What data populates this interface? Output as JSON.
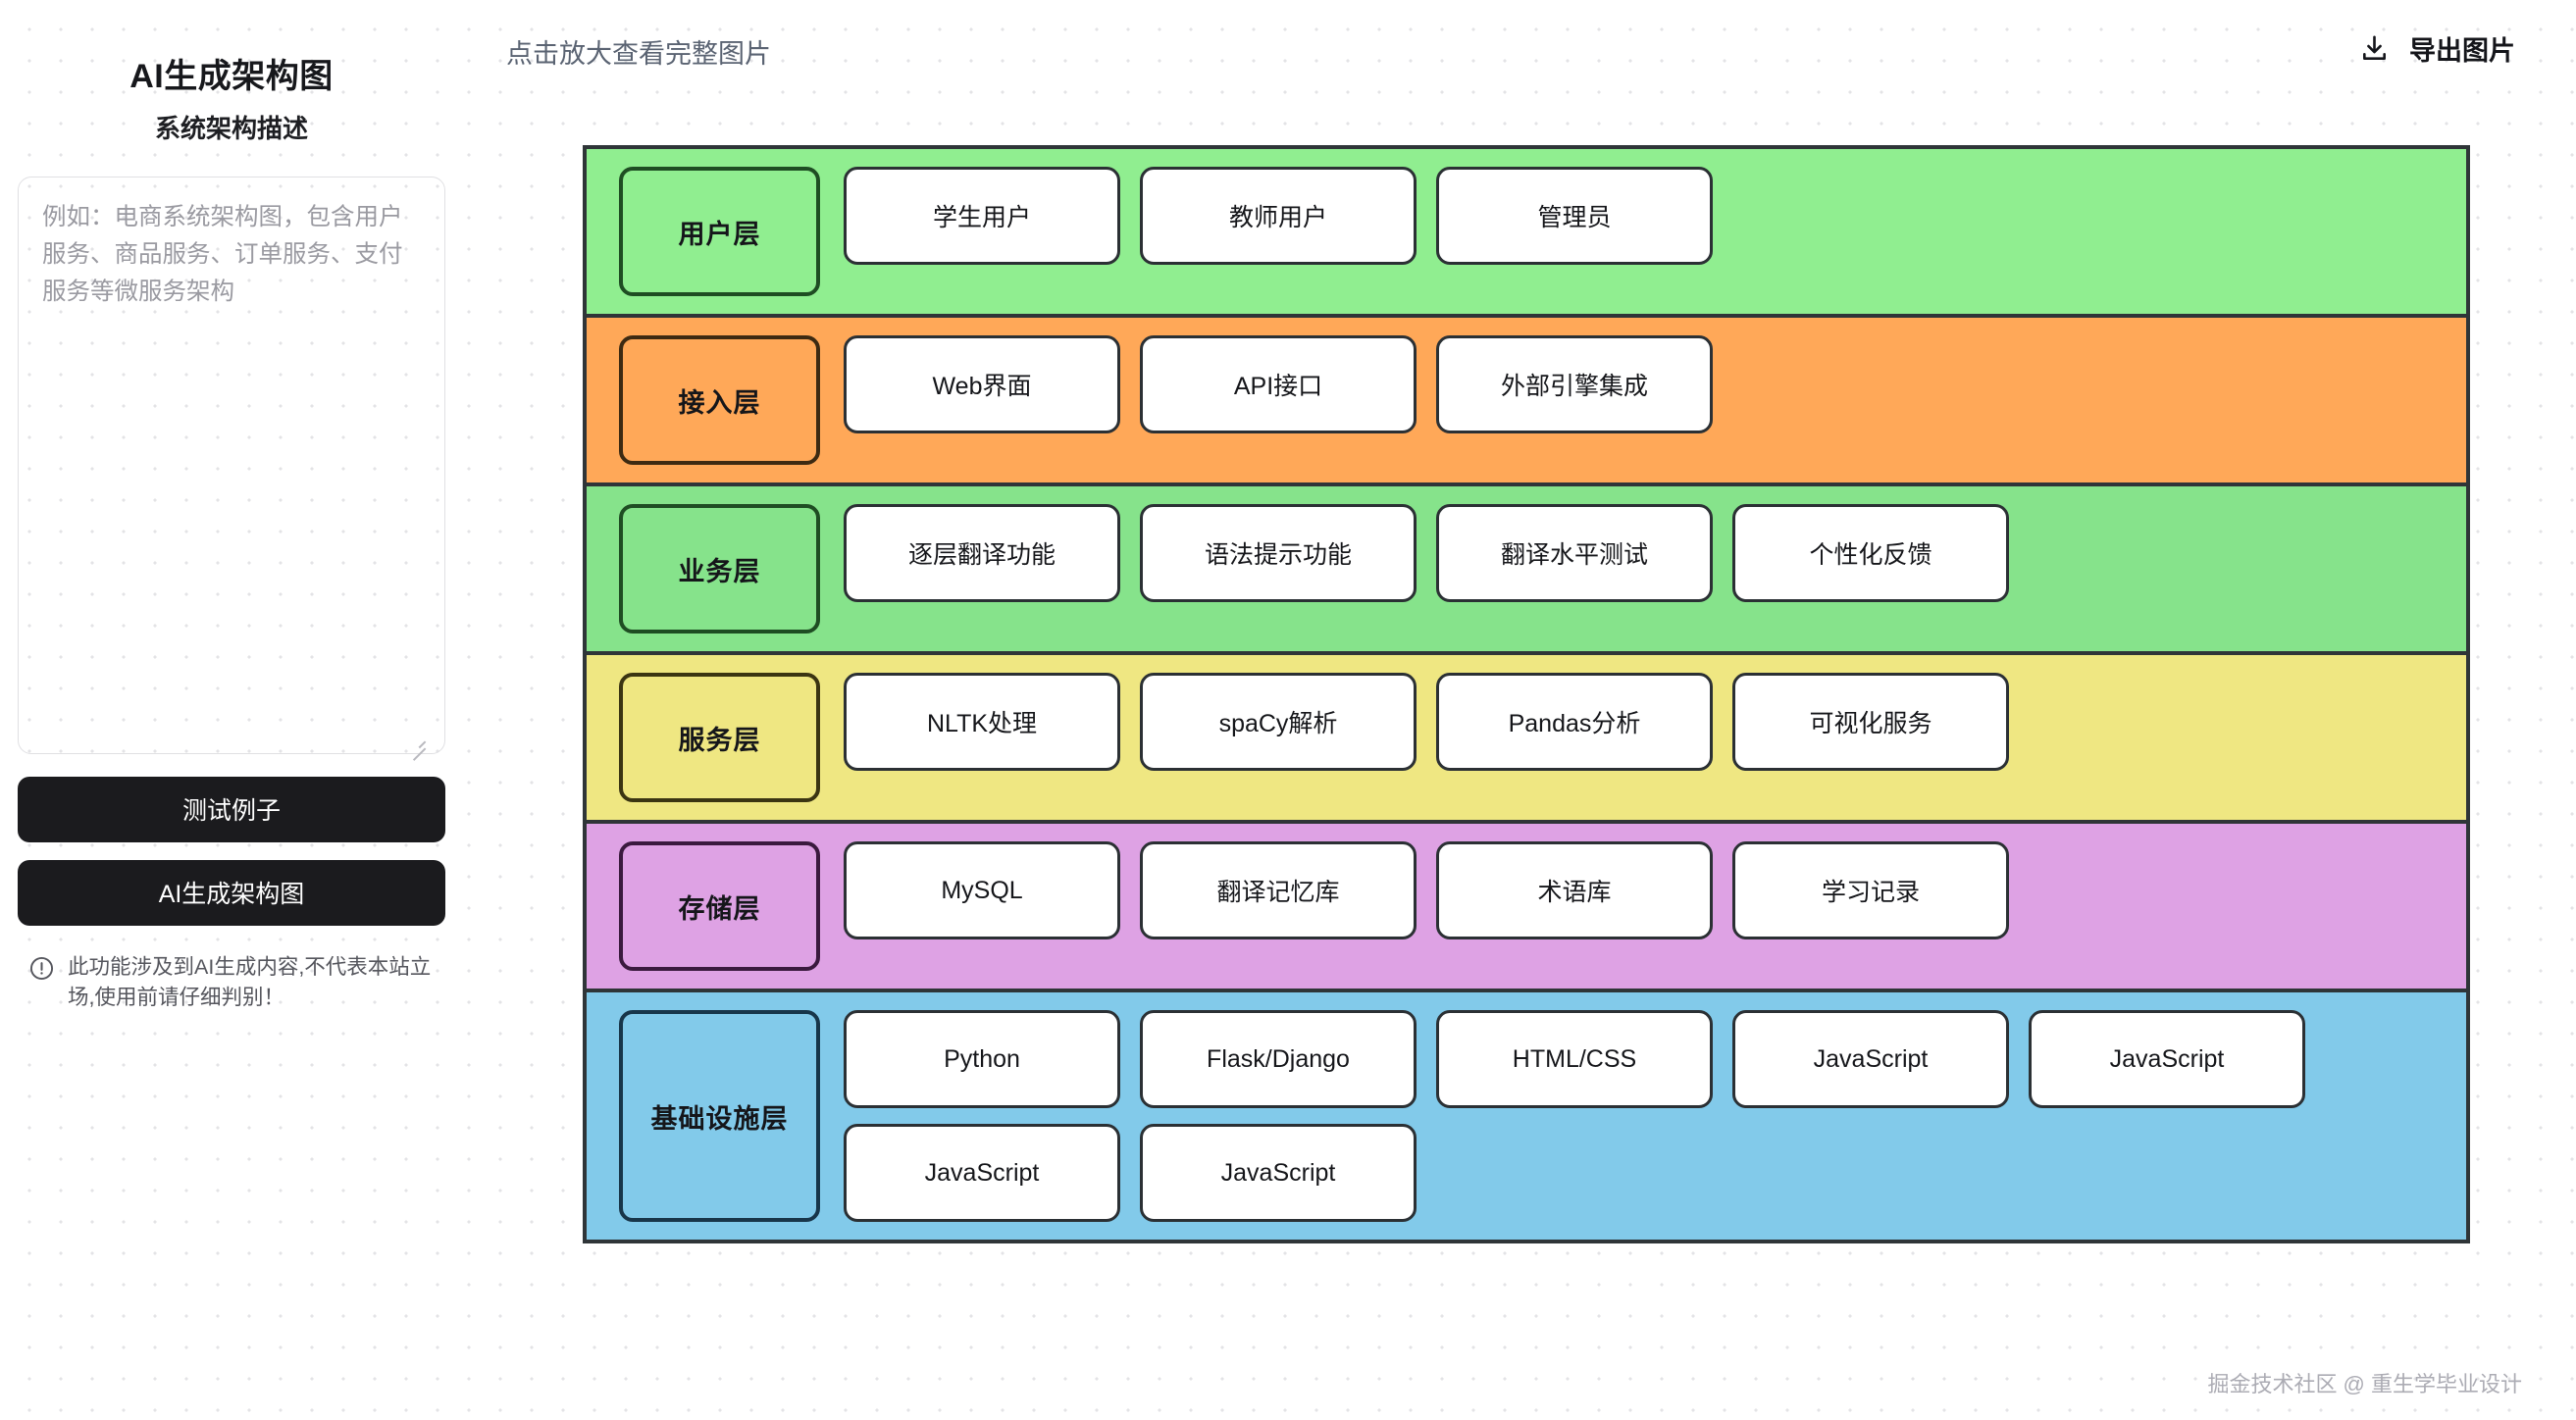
{
  "sidebar": {
    "title": "AI生成架构图",
    "subtitle": "系统架构描述",
    "prompt_placeholder": "例如：电商系统架构图，包含用户服务、商品服务、订单服务、支付服务等微服务架构",
    "prompt_value": "",
    "test_example_button": "测试例子",
    "generate_button": "AI生成架构图",
    "disclaimer_icon": "alert-circle-icon",
    "disclaimer": "此功能涉及到AI生成内容,不代表本站立场,使用前请仔细判别！"
  },
  "topbar": {
    "hint": "点击放大查看完整图片",
    "export_icon": "download-icon",
    "export_label": "导出图片"
  },
  "diagram": {
    "layers": [
      {
        "label": "用户层",
        "bg": "#90EE90",
        "label_border": "#1f4d23",
        "nodes": [
          "学生用户",
          "教师用户",
          "管理员"
        ]
      },
      {
        "label": "接入层",
        "bg": "#FFA858",
        "label_border": "#3d2a12",
        "nodes": [
          "Web界面",
          "API接口",
          "外部引擎集成"
        ]
      },
      {
        "label": "业务层",
        "bg": "#86E38B",
        "label_border": "#1f4d23",
        "nodes": [
          "逐层翻译功能",
          "语法提示功能",
          "翻译水平测试",
          "个性化反馈"
        ]
      },
      {
        "label": "服务层",
        "bg": "#EFE782",
        "label_border": "#3b3512",
        "nodes": [
          "NLTK处理",
          "spaCy解析",
          "Pandas分析",
          "可视化服务"
        ]
      },
      {
        "label": "存储层",
        "bg": "#DEA2E4",
        "label_border": "#3a1a3e",
        "nodes": [
          "MySQL",
          "翻译记忆库",
          "术语库",
          "学习记录"
        ]
      },
      {
        "label": "基础设施层",
        "bg": "#82CAEA",
        "label_border": "#18364a",
        "nodes": [
          "Python",
          "Flask/Django",
          "HTML/CSS",
          "JavaScript",
          "JavaScript",
          "JavaScript",
          "JavaScript"
        ]
      }
    ]
  },
  "footer": {
    "watermark": "掘金技术社区 @ 重生学毕业设计"
  }
}
